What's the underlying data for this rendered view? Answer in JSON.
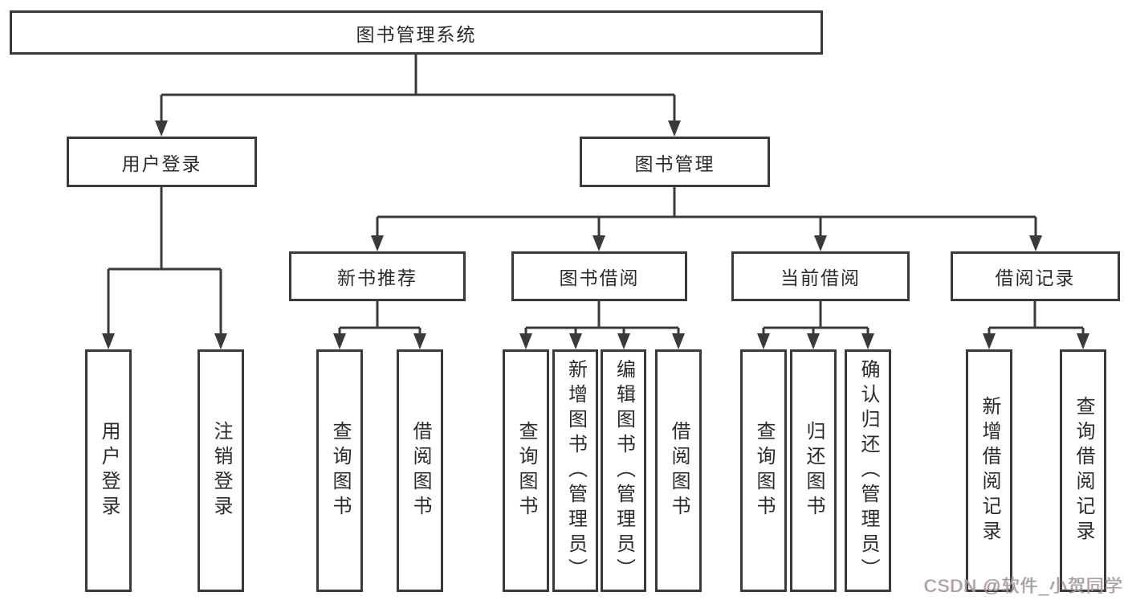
{
  "diagram": {
    "root": {
      "label": "图书管理系统"
    },
    "level2": [
      {
        "label": "用户登录"
      },
      {
        "label": "图书管理"
      }
    ],
    "level3": [
      {
        "label": "新书推荐"
      },
      {
        "label": "图书借阅"
      },
      {
        "label": "当前借阅"
      },
      {
        "label": "借阅记录"
      }
    ],
    "leaves": {
      "user": [
        "用户登录",
        "注销登录"
      ],
      "rec": [
        "查询图书",
        "借阅图书"
      ],
      "borrow": [
        "查询图书",
        "新增图书（管理员）",
        "编辑图书（管理员）",
        "借阅图书"
      ],
      "current": [
        "查询图书",
        "归还图书",
        "确认归还（管理员）"
      ],
      "records": [
        "新增借阅记录",
        "查询借阅记录"
      ]
    }
  },
  "watermark": {
    "text": "CSDN @软件_小贺同学"
  },
  "colors": {
    "line": "#3a3a3a",
    "text": "#2b2b2b",
    "background": "#ffffff",
    "watermark": "#a39d9d"
  }
}
